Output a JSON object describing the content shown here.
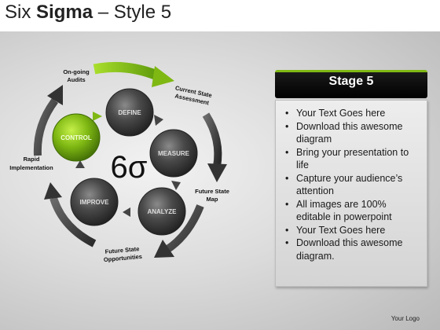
{
  "title": {
    "part1": "Six ",
    "bold": "Sigma",
    "part2": " – Style 5"
  },
  "stages": {
    "define": "DEFINE",
    "measure": "MEASURE",
    "analyze": "ANALYZE",
    "improve": "IMPROVE",
    "control": "CONTROL"
  },
  "labels": {
    "ongoing1": "On-going",
    "ongoing2": "Audits",
    "current1": "Current State",
    "current2": "Assessment",
    "future_map1": "Future State",
    "future_map2": "Map",
    "future_opp1": "Future State",
    "future_opp2": "Opportunities",
    "rapid1": "Rapid",
    "rapid2": "Implementation"
  },
  "center_symbol": "6σ",
  "panel": {
    "header": "Stage 5",
    "bullets": [
      "Your Text Goes here",
      "Download this awesome diagram",
      "Bring your presentation to life",
      "Capture your audience’s attention",
      "All images are 100% editable in powerpoint",
      "Your Text Goes here",
      "Download this awesome diagram."
    ]
  },
  "logo": "Your Logo",
  "colors": {
    "accent": "#7fb813",
    "dark": "#1a1a1a",
    "circle": "#3c3c3c"
  }
}
